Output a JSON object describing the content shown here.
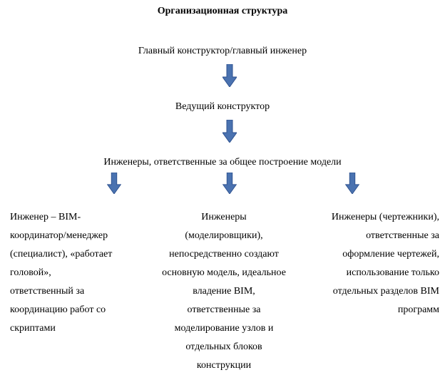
{
  "title": "Организационная структура",
  "levels": [
    "Главный конструктор/главный инженер",
    "Ведущий конструктор",
    "Инженеры, ответственные за общее построение модели"
  ],
  "branches": [
    {
      "lines": [
        "Инженер – BIM-",
        "координатор/менеджер",
        "(специалист), «работает",
        "головой»,",
        "ответственный за",
        "координацию работ со",
        "скриптами"
      ]
    },
    {
      "lines": [
        "Инженеры",
        "(моделировщики),",
        "непосредственно создают",
        "основную модель, идеальное",
        "владение BIM,",
        "ответственные за",
        "моделирование узлов и",
        "отдельных блоков",
        "конструкции"
      ]
    },
    {
      "lines": [
        "Инженеры (чертежники),",
        "ответственные за",
        "оформление чертежей,",
        "использование только",
        "отдельных разделов BIM",
        "программ"
      ]
    }
  ],
  "colors": {
    "arrow_fill": "#4a72b0",
    "arrow_stroke": "#2f528f"
  }
}
